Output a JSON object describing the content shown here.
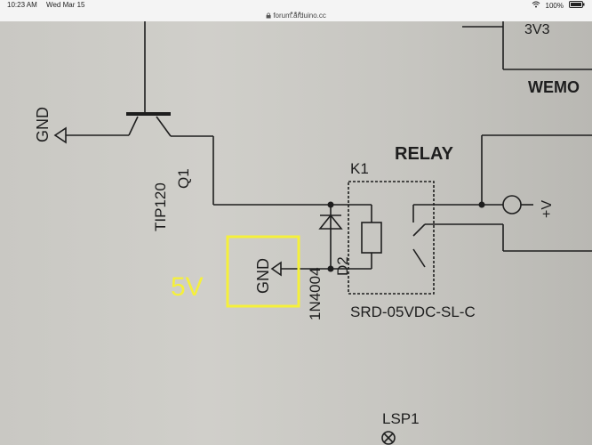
{
  "status_bar": {
    "time": "10:23 AM",
    "date": "Wed Mar 15",
    "battery": "100%"
  },
  "browser": {
    "url": "forum.arduino.cc"
  },
  "schematic": {
    "gnd_left": "GND",
    "transistor_part": "TIP120",
    "transistor_ref": "Q1",
    "relay_title": "RELAY",
    "relay_ref": "K1",
    "relay_part": "SRD-05VDC-SL-C",
    "diode_part": "1N4004",
    "diode_ref": "D2",
    "gnd_box": "GND",
    "annotation_5v": "5V",
    "supply_label": "+V",
    "label_3v3": "3V3",
    "label_wemo": "WEMO",
    "label_lsp1": "LSP1"
  }
}
